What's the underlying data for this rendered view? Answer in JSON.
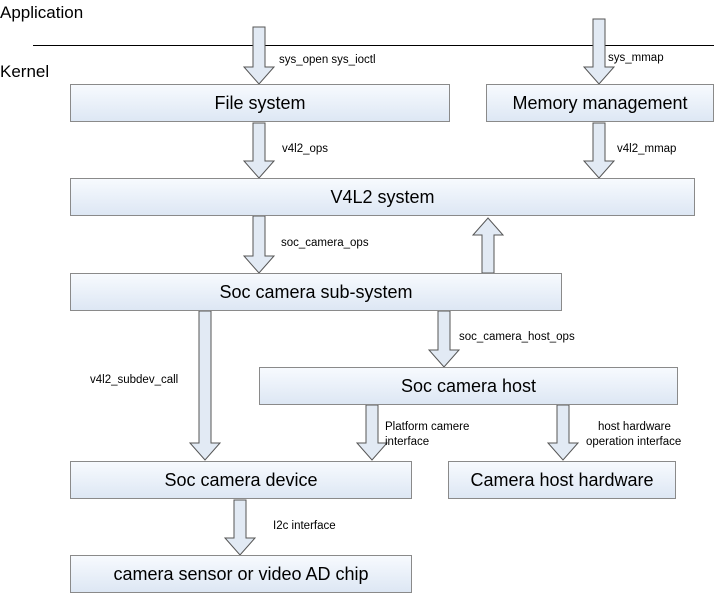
{
  "layers": {
    "application": "Application",
    "kernel": "Kernel"
  },
  "boxes": {
    "file_system": "File system",
    "memory_management": "Memory management",
    "v4l2_system": "V4L2 system",
    "soc_camera_subsystem": "Soc camera sub-system",
    "soc_camera_host": "Soc camera host",
    "soc_camera_device": "Soc camera device",
    "camera_host_hardware": "Camera host hardware",
    "camera_sensor": "camera sensor or video AD chip"
  },
  "edges": {
    "sys_open_ioctl": "sys_open sys_ioctl",
    "sys_mmap": "sys_mmap",
    "v4l2_ops": "v4l2_ops",
    "v4l2_mmap": "v4l2_mmap",
    "soc_camera_ops": "soc_camera_ops",
    "soc_camera_host_ops": "soc_camera_host_ops",
    "v4l2_subdev_call": "v4l2_subdev_call",
    "platform_line1": "Platform camere",
    "platform_line2": "interface",
    "host_hw_line1": "host hardware",
    "host_hw_line2": "operation interface",
    "i2c_interface": "I2c interface"
  },
  "colors": {
    "box_fill_top": "#f7fafe",
    "box_fill_bottom": "#dde7f4",
    "border": "#8a8a8a",
    "arrow_fill": "#e2eaf4"
  }
}
